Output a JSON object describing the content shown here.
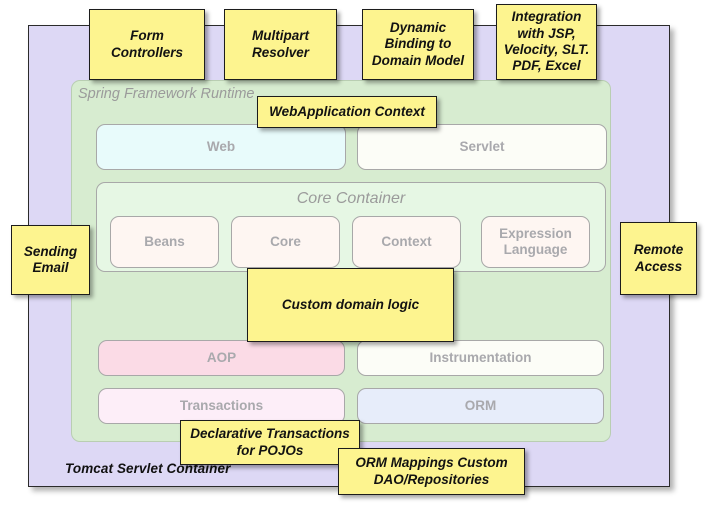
{
  "diagram": {
    "outer_container": {
      "label": "Tomcat Servlet Container",
      "color": "#ddd8f5"
    },
    "runtime": {
      "label": "Spring Framework Runtime",
      "color": "#d7ecd0"
    },
    "core_container": {
      "label": "Core Container",
      "color": "#e6f7e4"
    },
    "modules": {
      "web": "Web",
      "servlet": "Servlet",
      "beans": "Beans",
      "core": "Core",
      "context": "Context",
      "expression_language": "Expression Language",
      "aop": "AOP",
      "instrumentation": "Instrumentation",
      "transactions": "Transactions",
      "orm": "ORM"
    },
    "callouts": {
      "form_controllers": "Form Controllers",
      "multipart_resolver": "Multipart Resolver",
      "dynamic_binding": "Dynamic Binding to Domain Model",
      "integration": "Integration with JSP, Velocity, SLT. PDF, Excel",
      "webapplication_context": "WebApplication Context",
      "sending_email": "Sending Email",
      "remote_access": "Remote Access",
      "custom_domain_logic": "Custom domain logic",
      "declarative_transactions": "Declarative Transactions for POJOs",
      "orm_mappings": "ORM Mappings Custom DAO/Repositories"
    },
    "colors": {
      "callout_fill": "#fdf48f",
      "callout_border": "#1c1c1c",
      "tomcat_fill": "#ddd8f5",
      "runtime_fill": "#d7ecd0",
      "core_fill": "#e6f7e4",
      "module_label": "#a9a9ad",
      "web_fill": "#e8fbfb",
      "servlet_fill": "#fcfdf7",
      "beans_fill": "#fef6f2",
      "aop_fill": "#fbdbe6",
      "transactions_fill": "#fdeef8",
      "orm_fill": "#e7edfa"
    }
  }
}
